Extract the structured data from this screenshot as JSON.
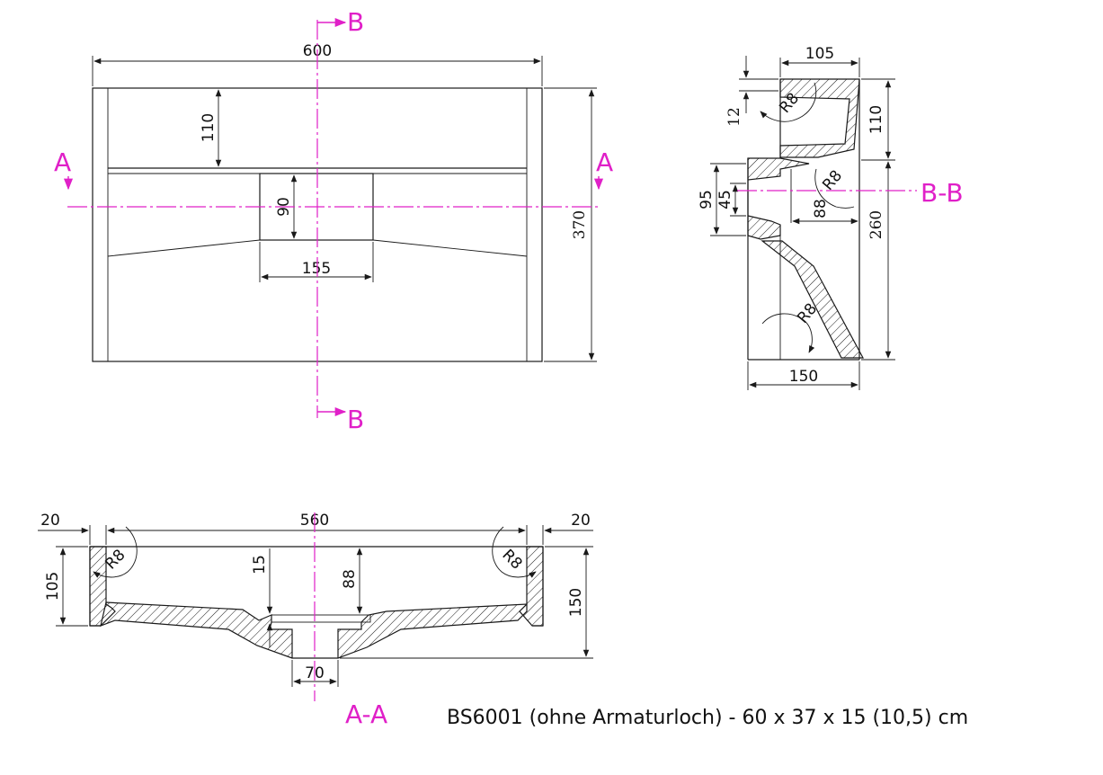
{
  "caption": "BS6001 (ohne Armaturloch) - 60 x 37 x 15 (10,5) cm",
  "colors": {
    "line": "#1a1a1a",
    "section_marker": "#e020c8"
  },
  "top_view": {
    "dim_width": "600",
    "dim_depth": "370",
    "dim_back": "110",
    "dim_drain_height": "90",
    "dim_drain_width": "155",
    "section_a_left": "A",
    "section_a_right": "A",
    "section_b_top": "B",
    "section_b_bottom": "B"
  },
  "side_section": {
    "label": "B-B",
    "dim_top_width": "105",
    "dim_rim": "12",
    "dim_back_height": "110",
    "dim_drain_outer": "95",
    "dim_drain_inner": "45",
    "dim_radius_upper": "R8",
    "dim_radius_drain": "R8",
    "dim_radius_lower": "R8",
    "dim_height": "260",
    "dim_bottom_width": "150",
    "dim_label_88": "88"
  },
  "front_section": {
    "label": "A-A",
    "dim_left_wall": "20",
    "dim_inner_width": "560",
    "dim_right_wall": "20",
    "dim_left_height": "105",
    "dim_floor": "15",
    "dim_depth_88": "88",
    "dim_total_height": "150",
    "dim_drain": "70",
    "dim_radius_left": "R8",
    "dim_radius_right": "R8"
  }
}
